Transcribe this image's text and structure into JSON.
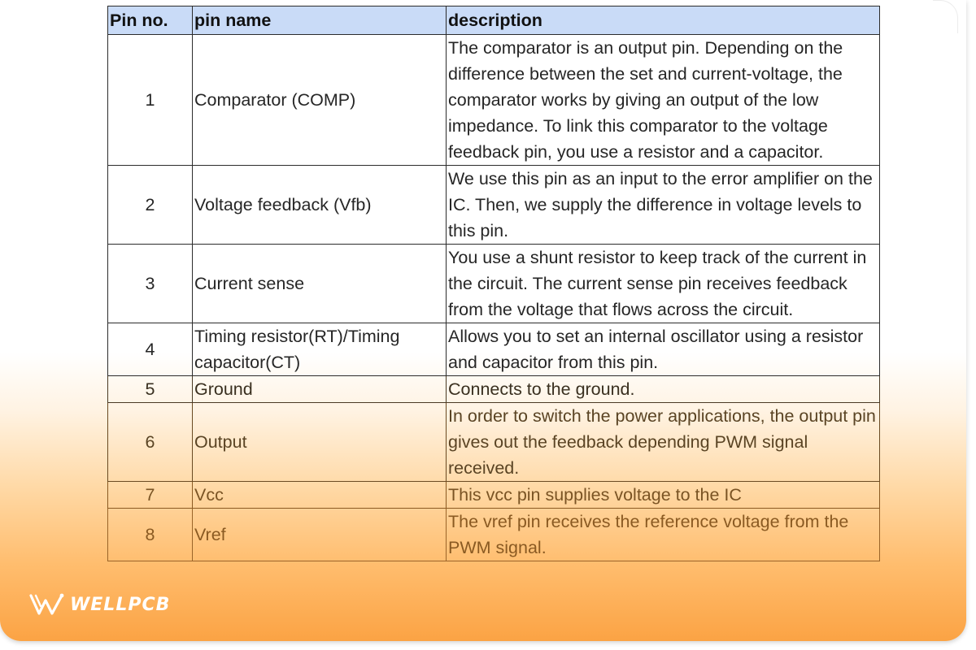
{
  "table": {
    "headers": [
      "Pin no.",
      "pin name",
      "description"
    ],
    "rows": [
      {
        "pin": "1",
        "name": "Comparator (COMP)",
        "description": "The comparator is an output pin. Depending on the difference between the set and current-voltage, the comparator works by giving an output of the low impedance. To link this comparator to the voltage feedback pin, you use a resistor and a capacitor."
      },
      {
        "pin": "2",
        "name": "Voltage feedback (Vfb)",
        "description": "We use this pin as an input to the error amplifier on the IC. Then, we supply the difference in voltage levels to this pin."
      },
      {
        "pin": "3",
        "name": "Current sense",
        "description": "You use a shunt resistor to keep track of the current in the circuit. The current sense pin receives feedback from the voltage that flows across the circuit."
      },
      {
        "pin": "4",
        "name": "Timing resistor(RT)/Timing capacitor(CT)",
        "description": "Allows you to set an internal oscillator using a resistor and capacitor from this pin."
      },
      {
        "pin": "5",
        "name": "Ground",
        "description": "Connects to the ground."
      },
      {
        "pin": "6",
        "name": "Output",
        "description": "In order to switch the power applications, the output pin gives out the feedback depending PWM signal received."
      },
      {
        "pin": "7",
        "name": "Vcc",
        "description": "This vcc pin supplies voltage to the IC"
      },
      {
        "pin": "8",
        "name": "Vref",
        "description": "The vref pin receives the reference voltage from the PWM signal."
      }
    ]
  },
  "watermark": {
    "brand": "WELLPCB"
  },
  "colors": {
    "header_bg": "#c9dbf7",
    "gradient_bottom": "#fba344"
  }
}
